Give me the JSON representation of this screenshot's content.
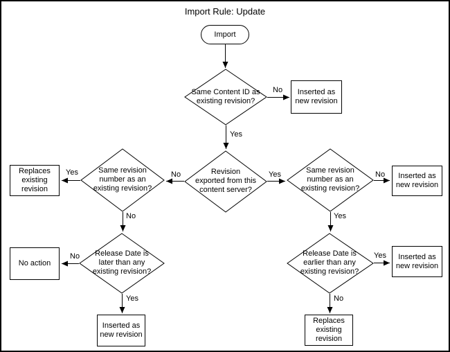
{
  "title": "Import Rule: Update",
  "colors": {
    "background": "#ffffff",
    "line": "#000000"
  },
  "nodes": {
    "start": {
      "type": "terminator",
      "text": "Import"
    },
    "d1": {
      "type": "decision",
      "text": "Same Content ID as\nexisting revision?"
    },
    "b1": {
      "type": "process",
      "text": "Inserted as\nnew revision"
    },
    "d2": {
      "type": "decision",
      "text": "Revision\nexported from this\ncontent server?"
    },
    "d3": {
      "type": "decision",
      "text": "Same revision\nnumber as an\nexisting revision?"
    },
    "b2": {
      "type": "process",
      "text": "Replaces\nexisting\nrevision"
    },
    "d4": {
      "type": "decision",
      "text": "Release Date is\nlater than any\nexisting revision?"
    },
    "b3": {
      "type": "process",
      "text": "No action"
    },
    "b4": {
      "type": "process",
      "text": "Inserted as\nnew revision"
    },
    "d5": {
      "type": "decision",
      "text": "Same revision\nnumber as an\nexisting revision?"
    },
    "b5": {
      "type": "process",
      "text": "Inserted as\nnew revision"
    },
    "d6": {
      "type": "decision",
      "text": "Release Date is\nearlier than any\nexisting revision?"
    },
    "b6": {
      "type": "process",
      "text": "Inserted as\nnew revision"
    },
    "b7": {
      "type": "process",
      "text": "Replaces\nexisting\nrevision"
    }
  },
  "edge_labels": {
    "d1_no": "No",
    "d1_yes": "Yes",
    "d2_no": "No",
    "d2_yes": "Yes",
    "d3_yes": "Yes",
    "d3_no": "No",
    "d4_no": "No",
    "d4_yes": "Yes",
    "d5_no": "No",
    "d5_yes": "Yes",
    "d6_yes": "Yes",
    "d6_no": "No"
  }
}
